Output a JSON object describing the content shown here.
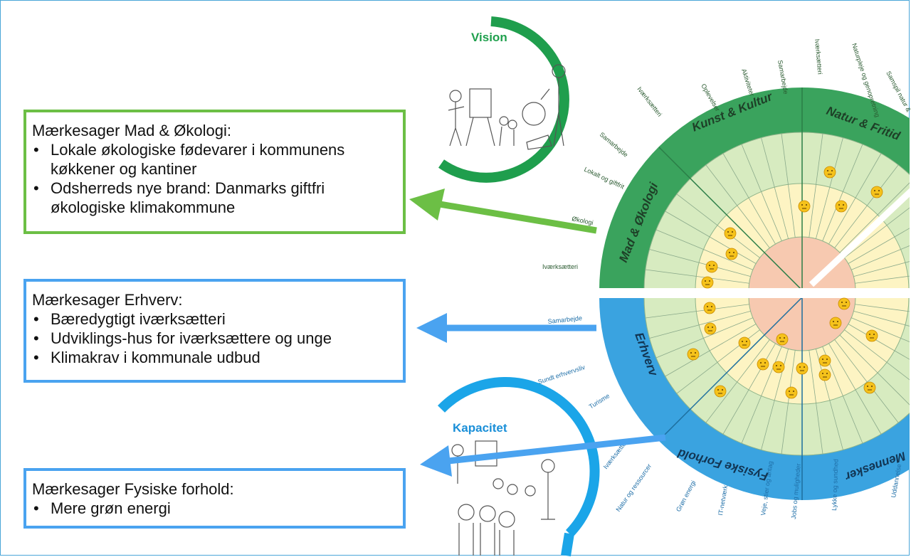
{
  "boxes": {
    "mad": {
      "title": "Mærkesager Mad & Økologi:",
      "items": [
        "Lokale økologiske fødevarer i kommunens",
        "køkkener og kantiner",
        "Odsherreds nye brand: Danmarks giftfri",
        "økologiske klimakommune"
      ]
    },
    "erhverv": {
      "title": "Mærkesager Erhverv:",
      "items": [
        "Bæredygtigt iværksætteri",
        "Udviklings-hus for iværksættere og unge",
        "Klimakrav i kommunale udbud"
      ]
    },
    "fysiske": {
      "title": "Mærkesager Fysiske forhold:",
      "items": [
        "Mere grøn energi"
      ]
    }
  },
  "vision_label": "Vision",
  "kapacitet_label": "Kapacitet",
  "sectors": {
    "kunst": "Kunst & Kultur",
    "natur": "Natur & Fritid",
    "mad": "Mad & Økologi",
    "erhverv": "Erhverv",
    "fysiske": "Fysiske Forhold",
    "mennesker": "Mennesker"
  },
  "outer_labels": {
    "green": [
      "Samarbejde",
      "Aktiviteter",
      "Oplevelser",
      "Iværksætteri",
      "Samarbejde",
      "Lokalt og giftfrit",
      "Økologi",
      "Iværksætteri",
      "Iværksætteri",
      "Naturpleje og genopretning",
      "Samspil natur &"
    ],
    "blue": [
      "Samarbejde",
      "Sundt erhvervsliv",
      "Turisme",
      "Iværksætteri",
      "Natur og ressourcer",
      "Grøn energi",
      "IT-netværk",
      "Veje, stier og antag",
      "Jobs og muligheder",
      "Lykke og sundhed",
      "Uddannelse"
    ]
  },
  "colors": {
    "green_box": "#6cbf45",
    "blue_box": "#4aa3f0",
    "green_ring": "#3aa35d",
    "blue_ring": "#3aa3e0"
  }
}
